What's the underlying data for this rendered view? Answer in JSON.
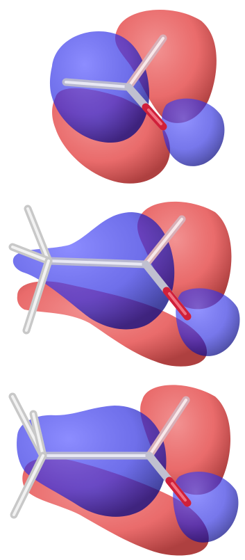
{
  "figure": {
    "panels": [
      {
        "molecule": "formaldehyde",
        "lobe_colors": [
          "blue",
          "red"
        ]
      },
      {
        "molecule": "acetaldehyde",
        "lobe_colors": [
          "blue",
          "red"
        ]
      },
      {
        "molecule": "acetaldehyde-rotated",
        "lobe_colors": [
          "blue",
          "red"
        ]
      }
    ]
  },
  "colors": {
    "lobe_blue": "#2a2ae0",
    "lobe_red": "#e23a3a",
    "oxygen": "#d0203a",
    "bond": "#c8c8d8",
    "hydrogen": "#f0f0f0"
  }
}
